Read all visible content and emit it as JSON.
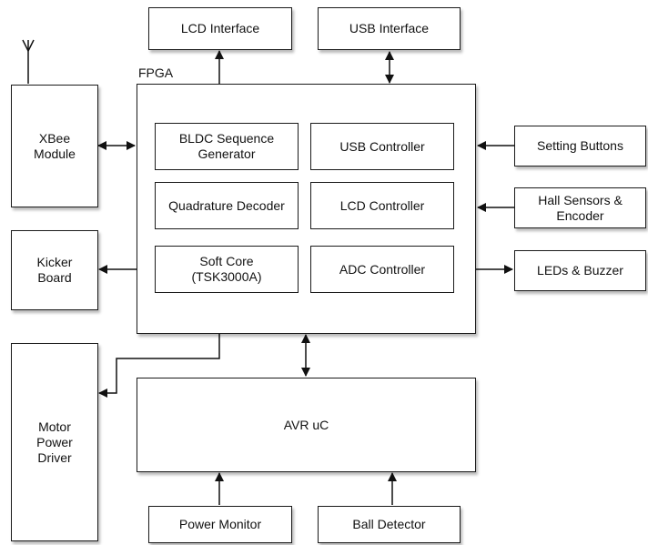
{
  "fpga": {
    "label": "FPGA",
    "blocks": [
      "BLDC Sequence\nGenerator",
      "USB Controller",
      "Quadrature Decoder",
      "LCD Controller",
      "Soft Core\n(TSK3000A)",
      "ADC Controller"
    ]
  },
  "top": [
    "LCD Interface",
    "USB Interface"
  ],
  "left": [
    "XBee\nModule",
    "Kicker\nBoard",
    "Motor\nPower\nDriver"
  ],
  "right": [
    "Setting Buttons",
    "Hall Sensors &\nEncoder",
    "LEDs & Buzzer"
  ],
  "avr": "AVR uC",
  "bottom": [
    "Power Monitor",
    "Ball Detector"
  ]
}
